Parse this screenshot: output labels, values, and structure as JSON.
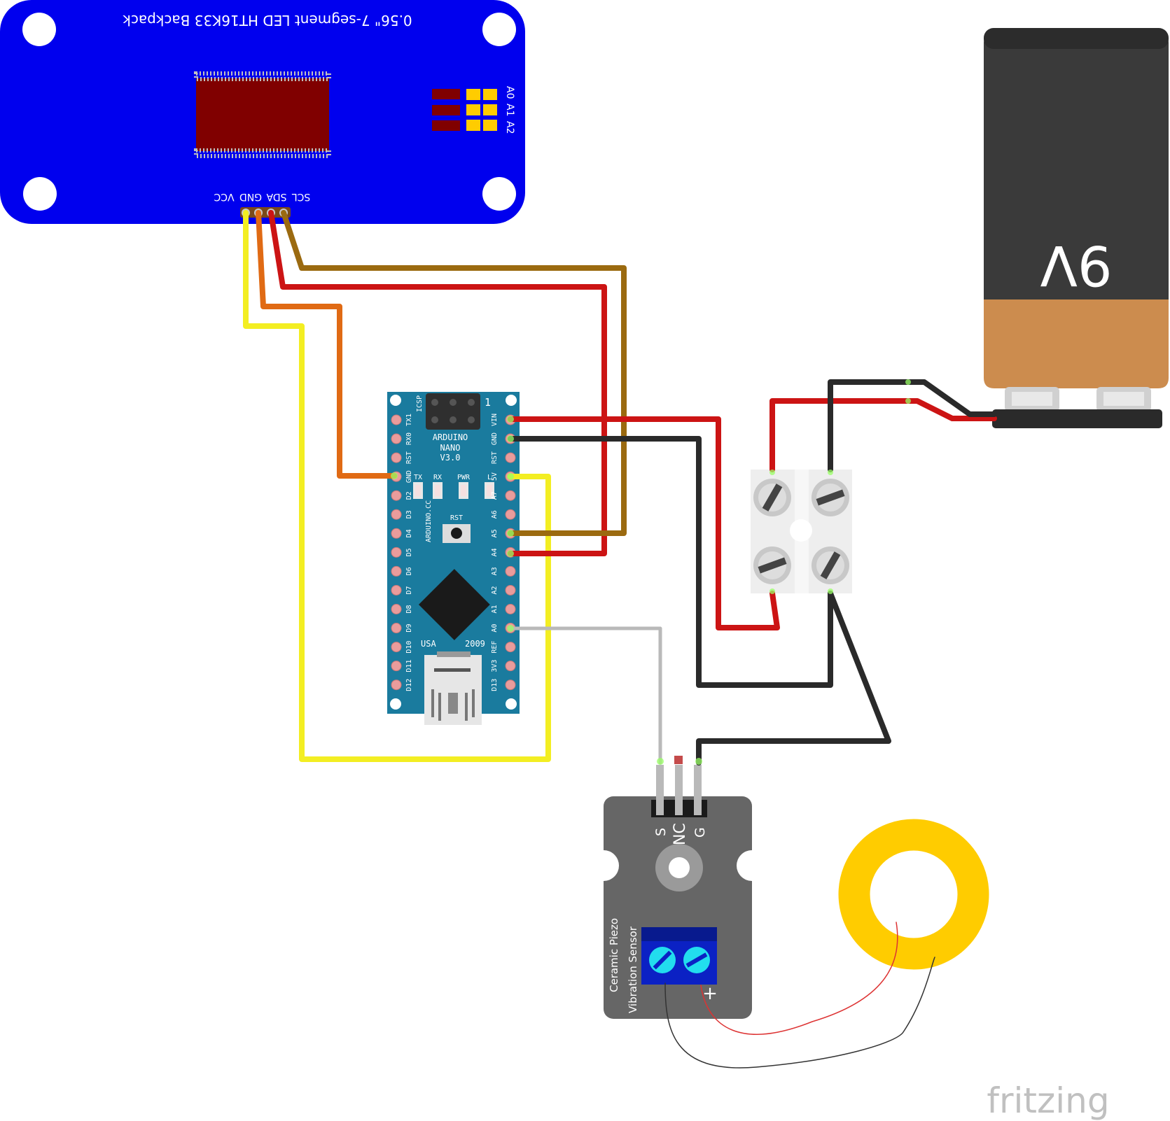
{
  "led_backpack": {
    "title": "0.56\" 7-segment LED HT16K33 Backpack",
    "pins": [
      "SCL",
      "SDA",
      "GND",
      "VCC"
    ],
    "addr_labels": [
      "A0",
      "A1",
      "A2"
    ]
  },
  "nano": {
    "name": "ARDUINO",
    "model": "NANO",
    "version": "V3.0",
    "brand": "ARDUINO.CC",
    "country": "USA",
    "year": "2009",
    "icsp_label": "ICSP",
    "header_number": "1",
    "reset_label": "RST",
    "leds": [
      "TX",
      "RX",
      "PWR",
      "L"
    ],
    "left_pins": [
      "TX1",
      "RX0",
      "RST",
      "GND",
      "D2",
      "D3",
      "D4",
      "D5",
      "D6",
      "D7",
      "D8",
      "D9",
      "D10",
      "D11",
      "D12"
    ],
    "right_pins": [
      "VIN",
      "GND",
      "RST",
      "5V",
      "A7",
      "A6",
      "A5",
      "A4",
      "A3",
      "A2",
      "A1",
      "A0",
      "REF",
      "3V3",
      "D13"
    ]
  },
  "battery": {
    "label": "9V"
  },
  "sensor": {
    "pins": [
      "S",
      "NC",
      "G"
    ],
    "title_line1": "Ceramic Piezo",
    "title_line2": "Vibration Sensor",
    "terminal_mark": "+"
  },
  "watermark": "fritzing",
  "colors": {
    "led_board": "#0000ee",
    "nano_board": "#1a7b9e",
    "wire_yellow": "#f3ee22",
    "wire_orange": "#e06a14",
    "wire_red": "#cc1414",
    "wire_olive": "#9b6a10",
    "wire_black": "#2a2a2a",
    "wire_gray": "#b9b9b9",
    "piezo": "#ffcc00",
    "sensor_board": "#666666",
    "battery_body": "#3a3a3a",
    "battery_copper": "#cc8c4e"
  }
}
